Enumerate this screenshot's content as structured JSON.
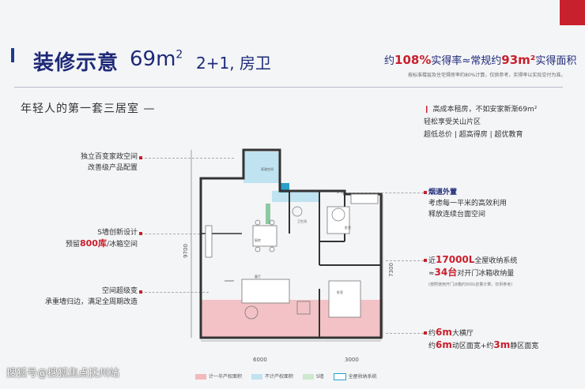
{
  "header": {
    "title": "装修示意",
    "area_value": "69m",
    "area_unit_sup": "2",
    "layout_type": "2+1, 房卫",
    "rate_prefix": "约",
    "rate_pct": "108%",
    "rate_mid": "实得率≈常规约",
    "rate_area": "93m²",
    "rate_suffix": "实得面积",
    "fine_print": "按标准楼层及住宅得房率约80%计算，仅供参考，实得率以实际交付为准。"
  },
  "slogan": "年轻人的第一套三居室 —",
  "top_features": [
    "高成本租房，不如安家新渐69m²",
    "轻松享受关山片区",
    "超低总价 | 超高得房 | 超优教育"
  ],
  "left_callouts": {
    "c1_line1": "独立百变家政空间",
    "c1_line2": "改善级产品配置",
    "c2_line1": "S墙创新设计",
    "c2_line2_pre": "预留",
    "c2_line2_hl": "800库",
    "c2_line2_post": "/冰箱空间",
    "c3_line1": "空间超级变",
    "c3_line2": "承重墙归边，满足全周期改造"
  },
  "right_callouts": {
    "r1_head": "烟道外置",
    "r1_line2": "考虑每一平米的高效利用",
    "r1_line3": "释放连续台面空间",
    "r2_line1_pre": "近",
    "r2_line1_big": "17000L",
    "r2_line1_post": "全屋收纳系统",
    "r2_line2_pre": "≈",
    "r2_line2_big": "34台",
    "r2_line2_post": "对开门冰箱收纳量",
    "r2_note": "(按照使用开门冰箱约500L容量计算，仅供参考)",
    "r3_line1_pre": "约",
    "r3_line1_big": "6m",
    "r3_line1_post": "大横厅",
    "r3_line2_pre": "约",
    "r3_line2_big1": "6m",
    "r3_line2_mid": "动区面宽+约",
    "r3_line2_big2": "3m",
    "r3_line2_post": "静区面宽"
  },
  "plan": {
    "dim_left": "9700",
    "dim_right": "7300",
    "dim_bottom_left": "6000",
    "dim_bottom_right": "3000",
    "room_labels": [
      "家政空间",
      "厨房",
      "卫生间",
      "餐厅",
      "卧室",
      "客厅",
      "卧室"
    ]
  },
  "legend": {
    "item1": "计一半产权面积",
    "item2": "不计产权面积",
    "item3": "S墙",
    "item4": "全屋收纳系统"
  },
  "watermark": "搜狐号@搜狐焦点抚州站",
  "colors": {
    "navy": "#1e2a78",
    "red": "#c8202c",
    "pink": "#f2b9bd",
    "blue_light": "#bfe3f0",
    "green": "#cfe8cf"
  }
}
